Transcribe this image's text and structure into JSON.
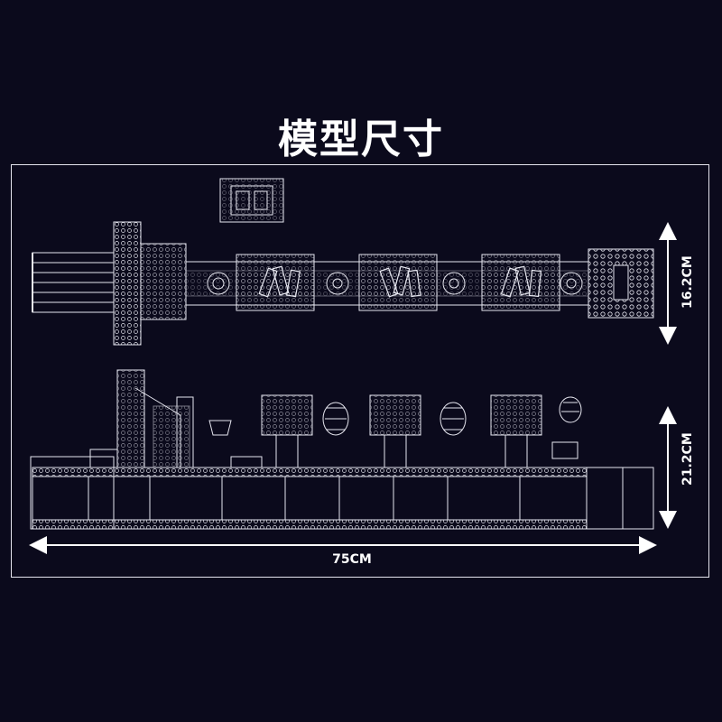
{
  "title": "模型尺寸",
  "dimensions": {
    "top_view_height": "16.2CM",
    "side_view_height": "21.2CM",
    "total_length": "75CM"
  },
  "colors": {
    "background": "#0b0a1c",
    "line": "#e6e6ef",
    "text": "#ffffff"
  }
}
